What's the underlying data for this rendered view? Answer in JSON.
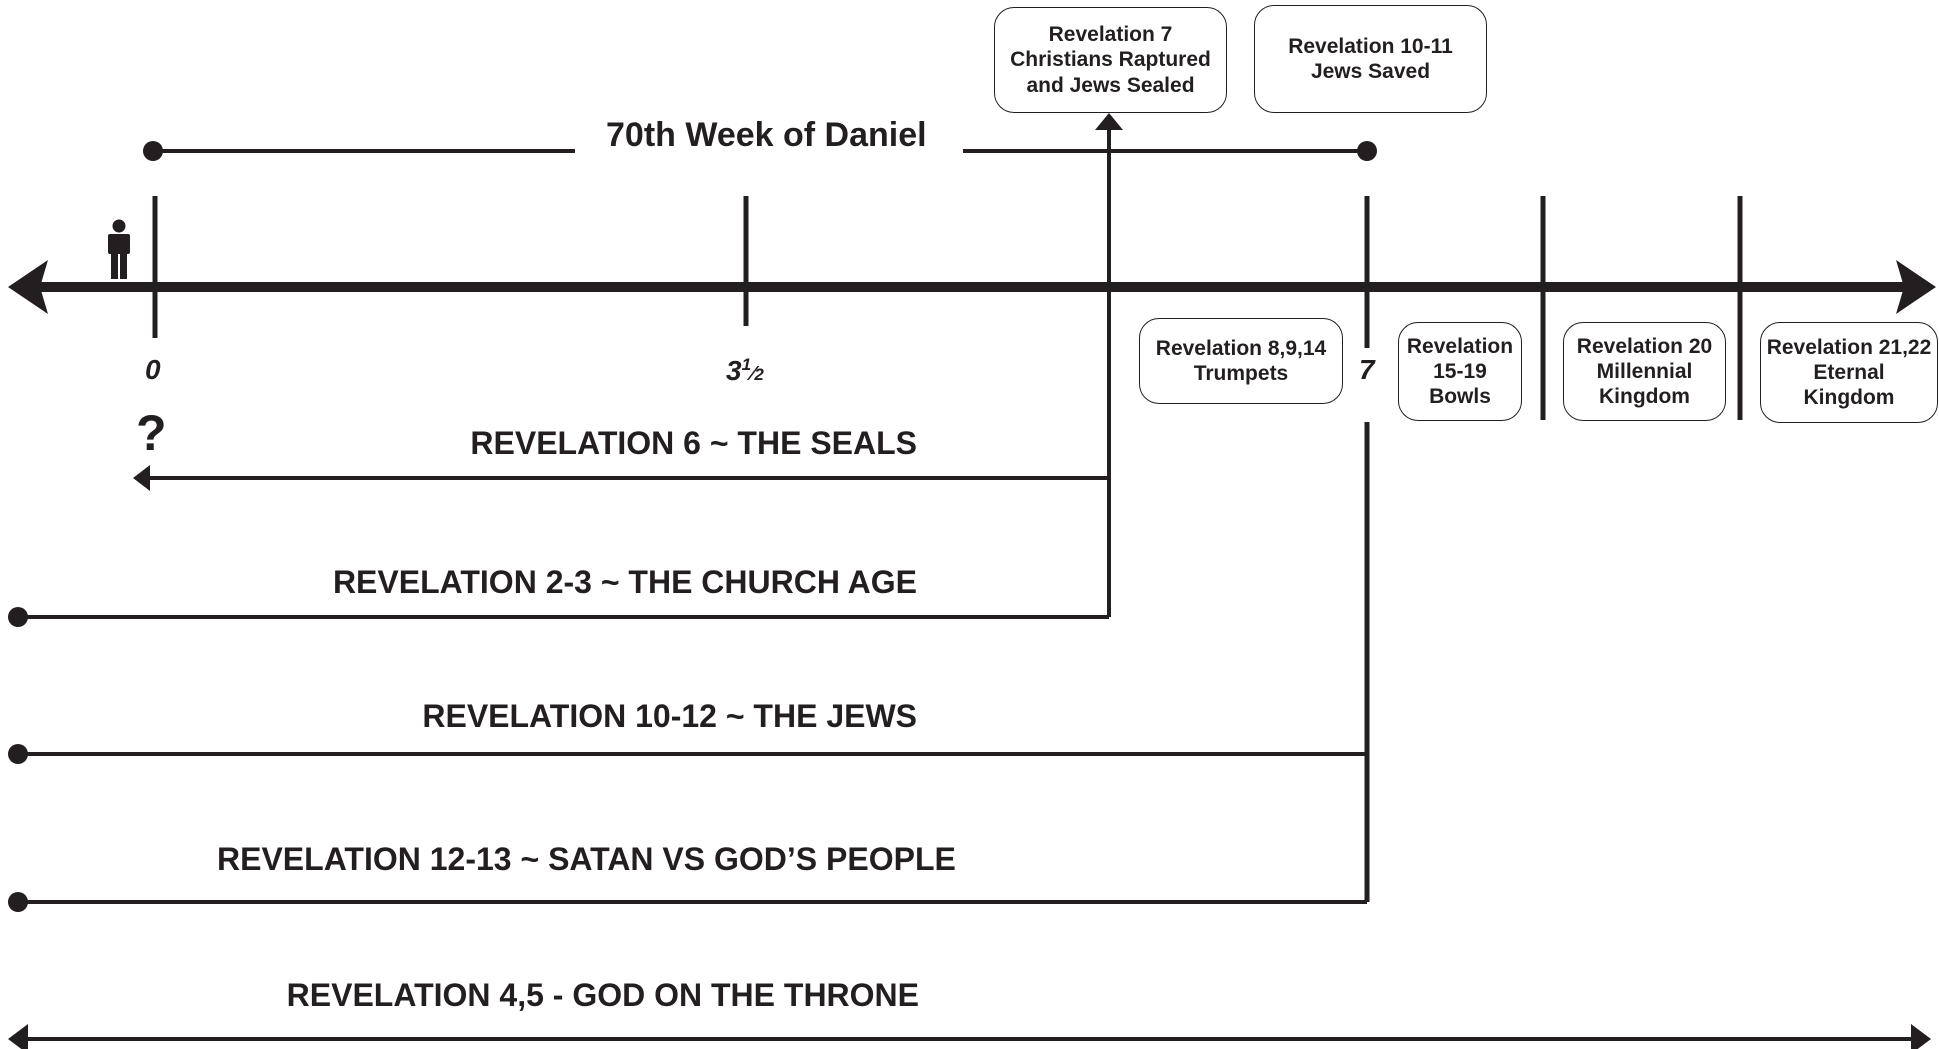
{
  "title": "70th Week of Daniel",
  "question_mark": "?",
  "ticks": {
    "zero": "0",
    "half_whole": "3",
    "half_num": "1",
    "half_den": "2",
    "seven": "7"
  },
  "top_boxes": {
    "rev7": "Revelation 7\nChristians Raptured\nand Jews Sealed",
    "rev10_11": "Revelation 10-11\nJews Saved"
  },
  "axis_boxes": {
    "trumpets": "Revelation 8,9,14\nTrumpets",
    "bowls": "Revelation\n15-19\nBowls",
    "millennial": "Revelation 20\nMillennial\nKingdom",
    "eternal": "Revelation 21,22\nEternal\nKingdom"
  },
  "rows": {
    "seals": "REVELATION 6 ~ THE SEALS",
    "church": "REVELATION 2-3 ~ THE CHURCH AGE",
    "jews": "REVELATION 10-12 ~ THE JEWS",
    "satan": "REVELATION 12-13 ~ SATAN VS GOD’S PEOPLE",
    "throne": "REVELATION 4,5 - GOD ON THE THRONE"
  },
  "icons": {
    "person": "person-icon"
  },
  "colors": {
    "ink": "#231f20",
    "background": "#ffffff"
  }
}
